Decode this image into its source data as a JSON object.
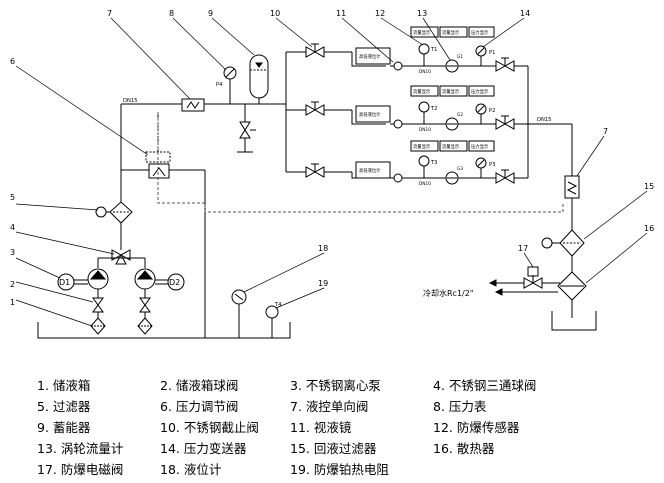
{
  "callouts": [
    "1",
    "2",
    "3",
    "4",
    "5",
    "6",
    "7",
    "8",
    "9",
    "10",
    "11",
    "12",
    "13",
    "14",
    "7",
    "15",
    "16",
    "17",
    "18",
    "19"
  ],
  "pipe_label_left": "DN15",
  "pipe_label_right": "DN15",
  "mid_dn10": "DN10",
  "box_labels": [
    "高低液位计",
    "高低液位计",
    "高低液位计"
  ],
  "t_labels": [
    "T1",
    "T2",
    "T3"
  ],
  "f_labels": [
    "G1",
    "G2",
    "G3"
  ],
  "p_labels": [
    "P1",
    "P2",
    "P3"
  ],
  "p4_label": "P4",
  "t4_label": "T4",
  "top_box_1": "流量显示",
  "top_box_2": "压力显示",
  "pump_labels": [
    "D1",
    "D2"
  ],
  "cooling_water": "冷却水Rc1/2\"",
  "legend": [
    {
      "text": "1.  储液箱"
    },
    {
      "text": "2.  储液箱球阀"
    },
    {
      "text": "3.   不锈钢离心泵"
    },
    {
      "text": "4. 不锈钢三通球阀"
    },
    {
      "text": "5.    过滤器"
    },
    {
      "text": "6.    压力调节阀"
    },
    {
      "text": "7.      液控单向阀"
    },
    {
      "text": "8.      压力表"
    },
    {
      "text": "9.     蓄能器"
    },
    {
      "text": "10. 不锈钢截止阀"
    },
    {
      "text": "11.     视液镜"
    },
    {
      "text": "12. 防爆传感器"
    },
    {
      "text": "13. 涡轮流量计"
    },
    {
      "text": "14. 压力变送器"
    },
    {
      "text": "15.    回液过滤器"
    },
    {
      "text": "16. 散热器"
    },
    {
      "text": "17. 防爆电磁阀"
    },
    {
      "text": "18. 液位计"
    },
    {
      "text": "19.     防爆铂热电阻"
    }
  ]
}
